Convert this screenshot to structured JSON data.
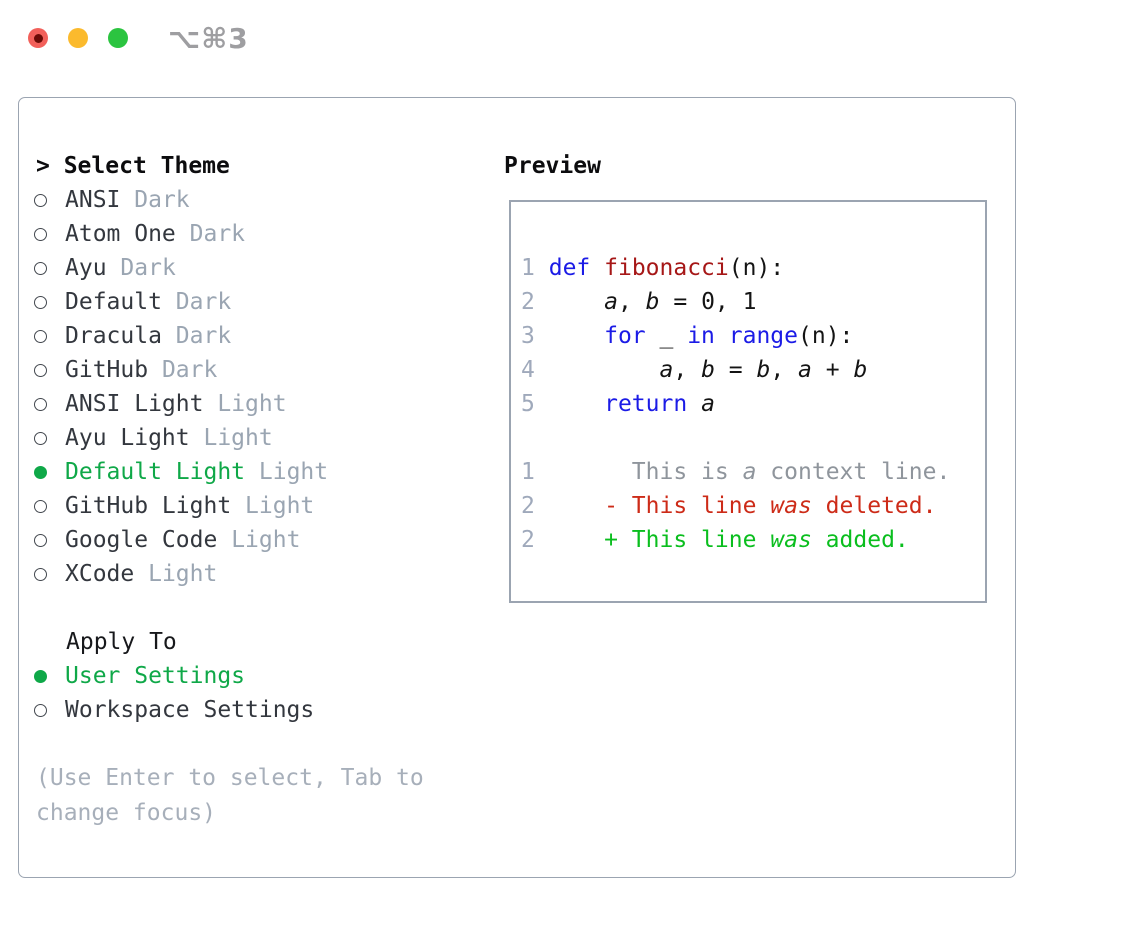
{
  "window": {
    "title": "⌥⌘3",
    "traffic_lights": [
      "close",
      "minimize",
      "zoom"
    ]
  },
  "theme_picker": {
    "prompt_prefix": "> ",
    "header": "Select Theme",
    "themes": [
      {
        "name": "ANSI",
        "variant": "Dark",
        "selected": false
      },
      {
        "name": "Atom One",
        "variant": "Dark",
        "selected": false
      },
      {
        "name": "Ayu",
        "variant": "Dark",
        "selected": false
      },
      {
        "name": "Default",
        "variant": "Dark",
        "selected": false
      },
      {
        "name": "Dracula",
        "variant": "Dark",
        "selected": false
      },
      {
        "name": "GitHub",
        "variant": "Dark",
        "selected": false
      },
      {
        "name": "ANSI Light",
        "variant": "Light",
        "selected": false
      },
      {
        "name": "Ayu Light",
        "variant": "Light",
        "selected": false
      },
      {
        "name": "Default Light",
        "variant": "Light",
        "selected": true
      },
      {
        "name": "GitHub Light",
        "variant": "Light",
        "selected": false
      },
      {
        "name": "Google Code",
        "variant": "Light",
        "selected": false
      },
      {
        "name": "XCode",
        "variant": "Light",
        "selected": false
      }
    ],
    "apply_to": {
      "header": "Apply To",
      "options": [
        {
          "label": "User Settings",
          "selected": true
        },
        {
          "label": "Workspace Settings",
          "selected": false
        }
      ]
    },
    "hint": "(Use Enter to select, Tab to change focus)"
  },
  "preview": {
    "title": "Preview",
    "code_lines": [
      {
        "num": "1",
        "tokens": {
          "a": "def",
          "b": " ",
          "c": "fibonacci",
          "d": "(n):"
        }
      },
      {
        "num": "2",
        "tokens": {
          "a": "    ",
          "b": "a",
          "c": ", ",
          "d": "b",
          "e": " = 0, 1"
        }
      },
      {
        "num": "3",
        "tokens": {
          "a": "    ",
          "b": "for",
          "c": " _ ",
          "d": "in",
          "e": " ",
          "f": "range",
          "g": "(n):"
        }
      },
      {
        "num": "4",
        "tokens": {
          "a": "        ",
          "b": "a",
          "c": ", ",
          "d": "b",
          "e": " = ",
          "f": "b",
          "g": ", ",
          "h": "a",
          "i": " + ",
          "j": "b"
        }
      },
      {
        "num": "5",
        "tokens": {
          "a": "    ",
          "b": "return",
          "c": " ",
          "d": "a"
        }
      }
    ],
    "diff_lines": [
      {
        "num": "1",
        "type": "context",
        "seg": {
          "a": "      This is ",
          "b": "a",
          "c": " context line."
        }
      },
      {
        "num": "2",
        "type": "deleted",
        "seg": {
          "a": "    - This line ",
          "b": "was",
          "c": " deleted."
        }
      },
      {
        "num": "2",
        "type": "added",
        "seg": {
          "a": "    + This line ",
          "b": "was",
          "c": " added."
        }
      }
    ]
  },
  "colors": {
    "selection_green": "#0fa848",
    "added_green": "#0abe1e",
    "deleted_red": "#cd2b18",
    "keyword_blue": "#1b1be6",
    "function_red": "#a61717",
    "variant_gray": "#9aa5b2",
    "line_number_gray": "#9fa9bb",
    "context_gray": "#8f959c",
    "border_gray": "#9ba4b1",
    "traffic_close": "#f2605a",
    "traffic_minimize": "#fbba2d",
    "traffic_zoom": "#2bc440"
  }
}
